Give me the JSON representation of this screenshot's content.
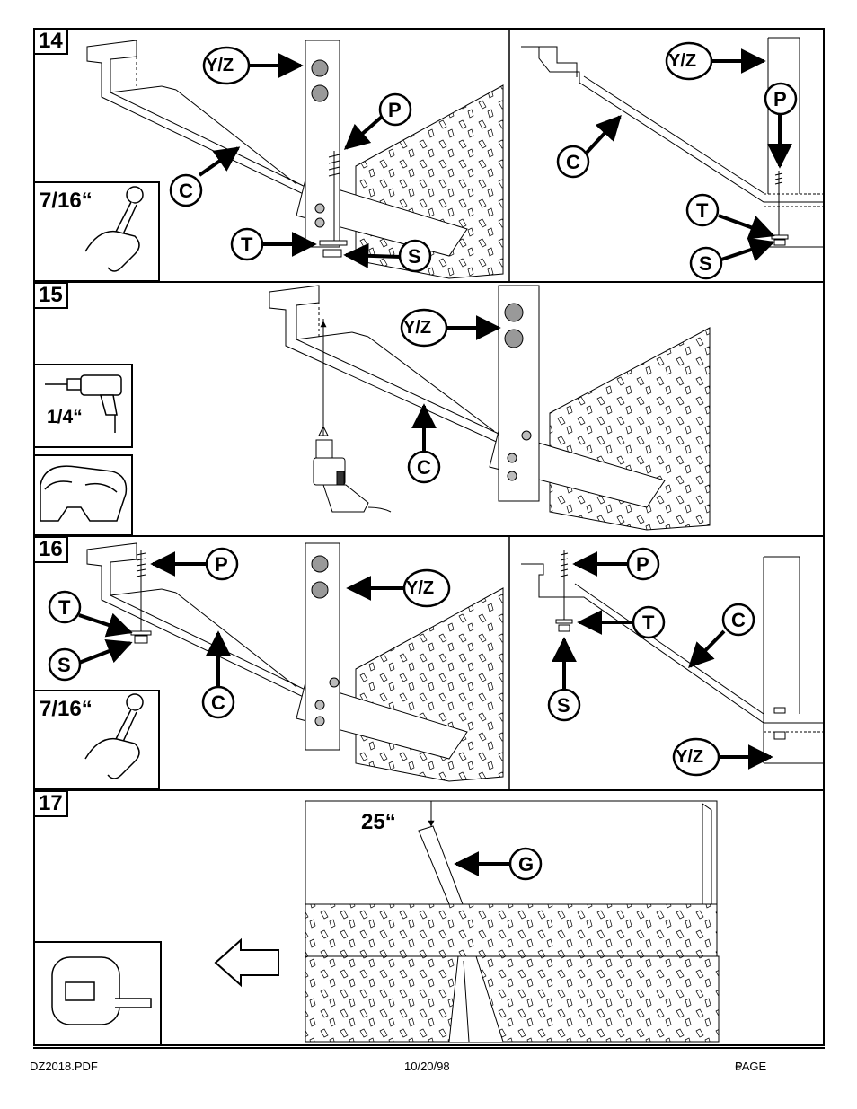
{
  "steps": [
    {
      "number": "14",
      "wrench_size": "7/16“"
    },
    {
      "number": "15",
      "drill_size": "1/4“"
    },
    {
      "number": "16",
      "wrench_size": "7/16“"
    },
    {
      "number": "17",
      "measurement": "25“"
    }
  ],
  "callouts": {
    "yz": "Y/Z",
    "p": "P",
    "c": "C",
    "t": "T",
    "s": "S",
    "g": "G"
  },
  "footer": {
    "file": "DZ2018.PDF",
    "date": "10/20/98",
    "page": "PAGE",
    "page_num": "6"
  },
  "icons": [
    "wrench-icon",
    "drill-icon",
    "safety-goggles-icon",
    "tape-measure-icon",
    "diamond-plate-step-icon"
  ]
}
